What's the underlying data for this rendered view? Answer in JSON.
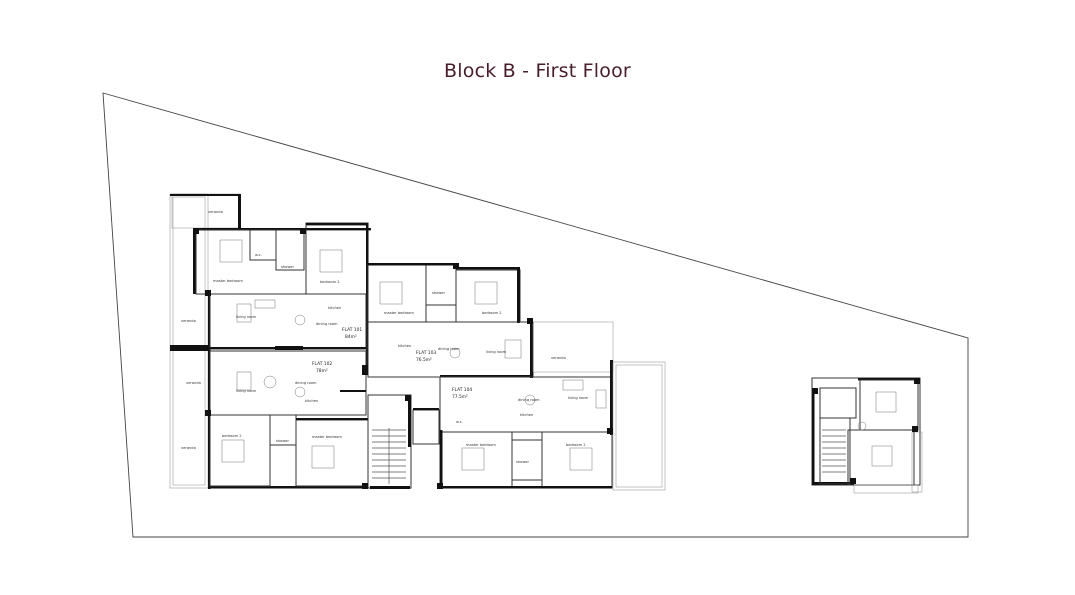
{
  "title": "Block B - First Floor",
  "flats": {
    "f101": {
      "name": "FLAT 101",
      "area": "84m²"
    },
    "f102": {
      "name": "FLAT 102",
      "area": "78m²"
    },
    "f103": {
      "name": "FLAT 103",
      "area": "76.5m²"
    },
    "f104": {
      "name": "FLAT 104",
      "area": "77.5m²"
    }
  },
  "rooms": {
    "veranda": "veranda",
    "master_bedroom": "master bedroom",
    "bedroom_2": "bedroom 2",
    "living_room": "living room",
    "dining_room": "dining room",
    "kitchen": "kitchen",
    "wc": "w.c.",
    "shower": "shower"
  }
}
